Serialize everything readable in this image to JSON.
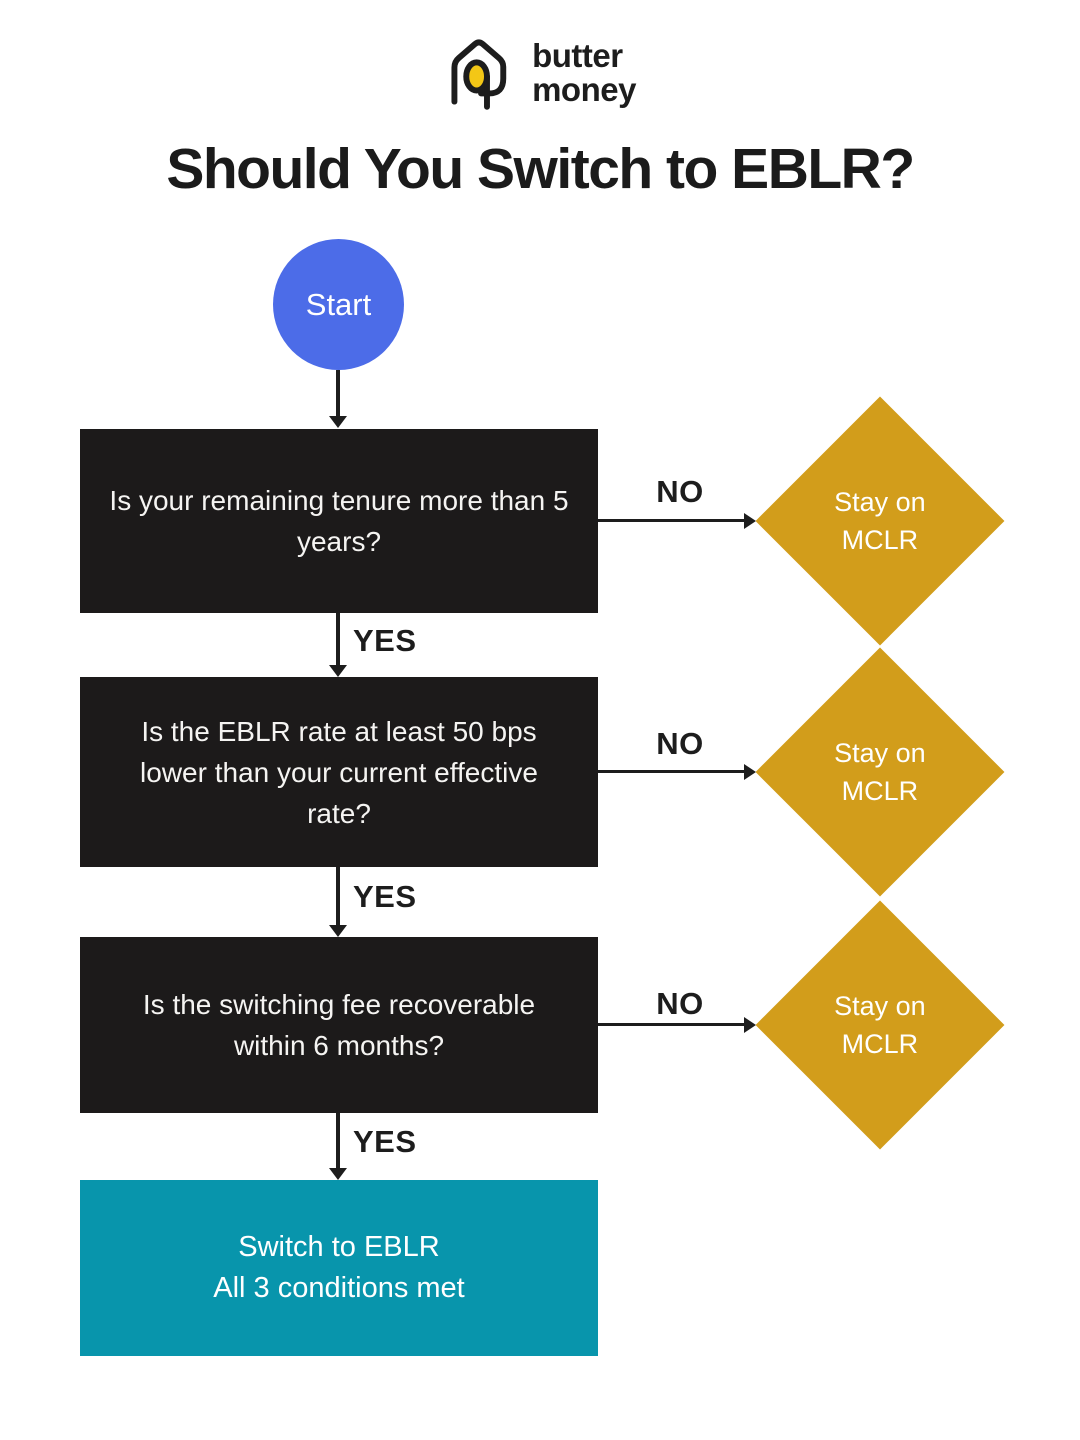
{
  "logo": {
    "icon": "butter-money-house-egg-icon",
    "line1": "butter",
    "line2": "money"
  },
  "title": "Should You Switch to EBLR?",
  "colors": {
    "start_blue": "#4c6ce8",
    "question_black": "#1c1a1a",
    "diamond_gold": "#d29d1b",
    "final_teal": "#0895ac",
    "ink": "#1d1d1d",
    "logo_yellow": "#f3c716",
    "background": "#ffffff"
  },
  "flow": {
    "start_label": "Start",
    "steps": [
      {
        "question": "Is your remaining tenure more than 5 years?",
        "no_label": "NO",
        "yes_label": "YES",
        "result": {
          "line1": "Stay on",
          "line2": "MCLR"
        }
      },
      {
        "question": "Is the EBLR rate at least 50 bps lower than your current effective rate?",
        "no_label": "NO",
        "yes_label": "YES",
        "result": {
          "line1": "Stay on",
          "line2": "MCLR"
        }
      },
      {
        "question": "Is the switching fee recoverable within 6 months?",
        "no_label": "NO",
        "yes_label": "YES",
        "result": {
          "line1": "Stay on",
          "line2": "MCLR"
        }
      }
    ],
    "final": {
      "line1": "Switch to EBLR",
      "line2": "All 3 conditions met"
    }
  }
}
